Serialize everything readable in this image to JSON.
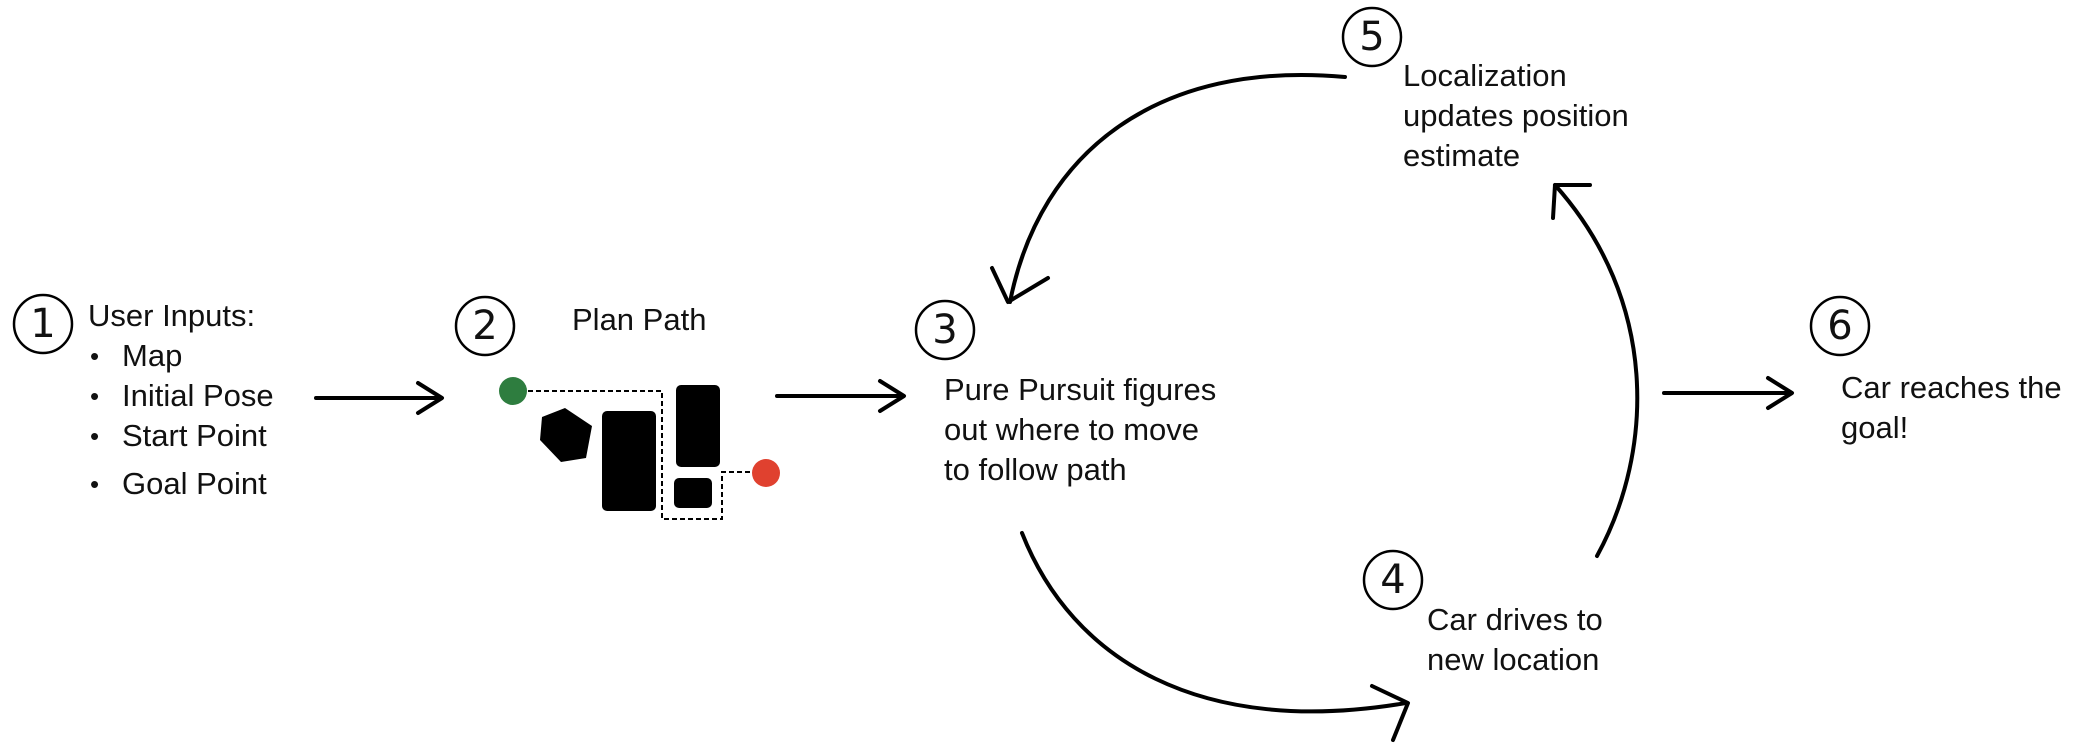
{
  "steps": [
    {
      "number": "1",
      "title": "User Inputs:",
      "bullets": [
        "Map",
        "Initial Pose",
        "Start Point",
        "Goal Point"
      ]
    },
    {
      "number": "2",
      "title": "Plan Path"
    },
    {
      "number": "3",
      "text_lines": [
        "Pure Pursuit figures",
        "out where to move",
        "to follow path"
      ]
    },
    {
      "number": "4",
      "text_lines": [
        "Car drives to",
        "new location"
      ]
    },
    {
      "number": "5",
      "text_lines": [
        "Localization",
        "updates position",
        "estimate"
      ]
    },
    {
      "number": "6",
      "text_lines": [
        "Car reaches the",
        "goal!"
      ]
    }
  ],
  "colors": {
    "start_marker": "#2e7d3f",
    "goal_marker": "#e0412f",
    "obstacle": "#000000"
  }
}
